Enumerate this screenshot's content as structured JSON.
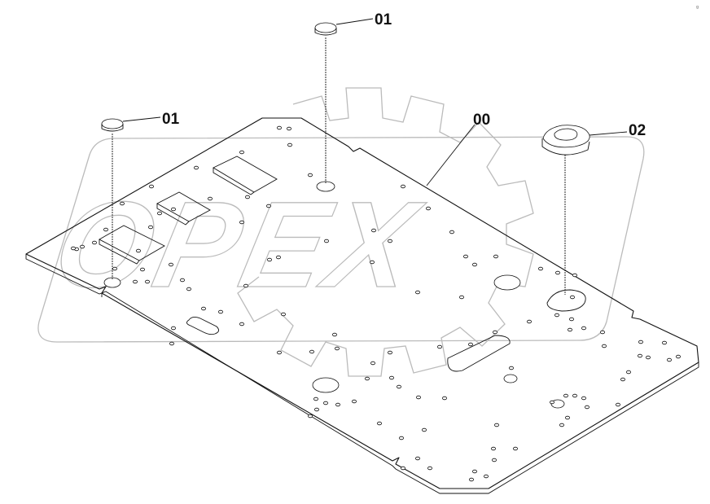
{
  "diagram": {
    "parts": [
      {
        "id": "cap-top",
        "label": "01"
      },
      {
        "id": "cap-left",
        "label": "01"
      },
      {
        "id": "floor-plate",
        "label": "00"
      },
      {
        "id": "grommet",
        "label": "02"
      }
    ],
    "watermark": "OPEX",
    "corner_mark": "g"
  }
}
